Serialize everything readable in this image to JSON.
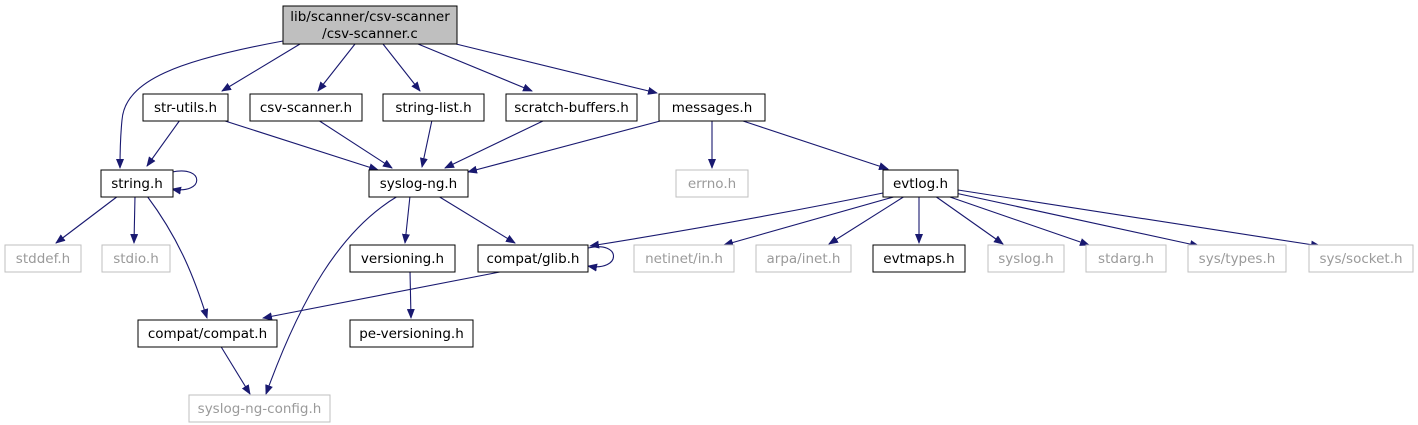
{
  "colors": {
    "edge": "#191970",
    "node_border": "#000000",
    "external_border": "#bfbfbf",
    "external_text": "#9a9a9a",
    "root_fill": "#bfbfbf",
    "node_fill": "#ffffff"
  },
  "nodes": {
    "root": {
      "label_line1": "lib/scanner/csv-scanner",
      "label_line2": "/csv-scanner.c",
      "kind": "root"
    },
    "str_utils": {
      "label": "str-utils.h",
      "kind": "local"
    },
    "csv_scanner_h": {
      "label": "csv-scanner.h",
      "kind": "local"
    },
    "string_list": {
      "label": "string-list.h",
      "kind": "local"
    },
    "scratch_buffers": {
      "label": "scratch-buffers.h",
      "kind": "local"
    },
    "messages": {
      "label": "messages.h",
      "kind": "local"
    },
    "string_h": {
      "label": "string.h",
      "kind": "local"
    },
    "syslog_ng": {
      "label": "syslog-ng.h",
      "kind": "local"
    },
    "errno": {
      "label": "errno.h",
      "kind": "external"
    },
    "evtlog": {
      "label": "evtlog.h",
      "kind": "local"
    },
    "stddef": {
      "label": "stddef.h",
      "kind": "external"
    },
    "stdio": {
      "label": "stdio.h",
      "kind": "external"
    },
    "versioning": {
      "label": "versioning.h",
      "kind": "local"
    },
    "compat_glib": {
      "label": "compat/glib.h",
      "kind": "local"
    },
    "netinet": {
      "label": "netinet/in.h",
      "kind": "external"
    },
    "arpa": {
      "label": "arpa/inet.h",
      "kind": "external"
    },
    "evtmaps": {
      "label": "evtmaps.h",
      "kind": "local"
    },
    "syslog": {
      "label": "syslog.h",
      "kind": "external"
    },
    "stdarg": {
      "label": "stdarg.h",
      "kind": "external"
    },
    "sys_types": {
      "label": "sys/types.h",
      "kind": "external"
    },
    "sys_socket": {
      "label": "sys/socket.h",
      "kind": "external"
    },
    "compat_compat": {
      "label": "compat/compat.h",
      "kind": "local"
    },
    "pe_versioning": {
      "label": "pe-versioning.h",
      "kind": "local"
    },
    "syslog_ng_config": {
      "label": "syslog-ng-config.h",
      "kind": "external"
    }
  },
  "edges": [
    [
      "root",
      "str_utils"
    ],
    [
      "root",
      "csv_scanner_h"
    ],
    [
      "root",
      "string_list"
    ],
    [
      "root",
      "scratch_buffers"
    ],
    [
      "root",
      "messages"
    ],
    [
      "root",
      "string_h"
    ],
    [
      "str_utils",
      "string_h"
    ],
    [
      "str_utils",
      "syslog_ng"
    ],
    [
      "csv_scanner_h",
      "syslog_ng"
    ],
    [
      "string_list",
      "syslog_ng"
    ],
    [
      "scratch_buffers",
      "syslog_ng"
    ],
    [
      "messages",
      "syslog_ng"
    ],
    [
      "messages",
      "errno"
    ],
    [
      "messages",
      "evtlog"
    ],
    [
      "string_h",
      "string_h"
    ],
    [
      "string_h",
      "stddef"
    ],
    [
      "string_h",
      "stdio"
    ],
    [
      "string_h",
      "compat_compat"
    ],
    [
      "syslog_ng",
      "versioning"
    ],
    [
      "syslog_ng",
      "compat_glib"
    ],
    [
      "syslog_ng",
      "syslog_ng_config"
    ],
    [
      "evtlog",
      "compat_glib"
    ],
    [
      "evtlog",
      "netinet"
    ],
    [
      "evtlog",
      "arpa"
    ],
    [
      "evtlog",
      "evtmaps"
    ],
    [
      "evtlog",
      "syslog"
    ],
    [
      "evtlog",
      "stdarg"
    ],
    [
      "evtlog",
      "sys_types"
    ],
    [
      "evtlog",
      "sys_socket"
    ],
    [
      "compat_glib",
      "compat_glib"
    ],
    [
      "compat_glib",
      "compat_compat"
    ],
    [
      "versioning",
      "pe_versioning"
    ],
    [
      "compat_compat",
      "syslog_ng_config"
    ]
  ]
}
